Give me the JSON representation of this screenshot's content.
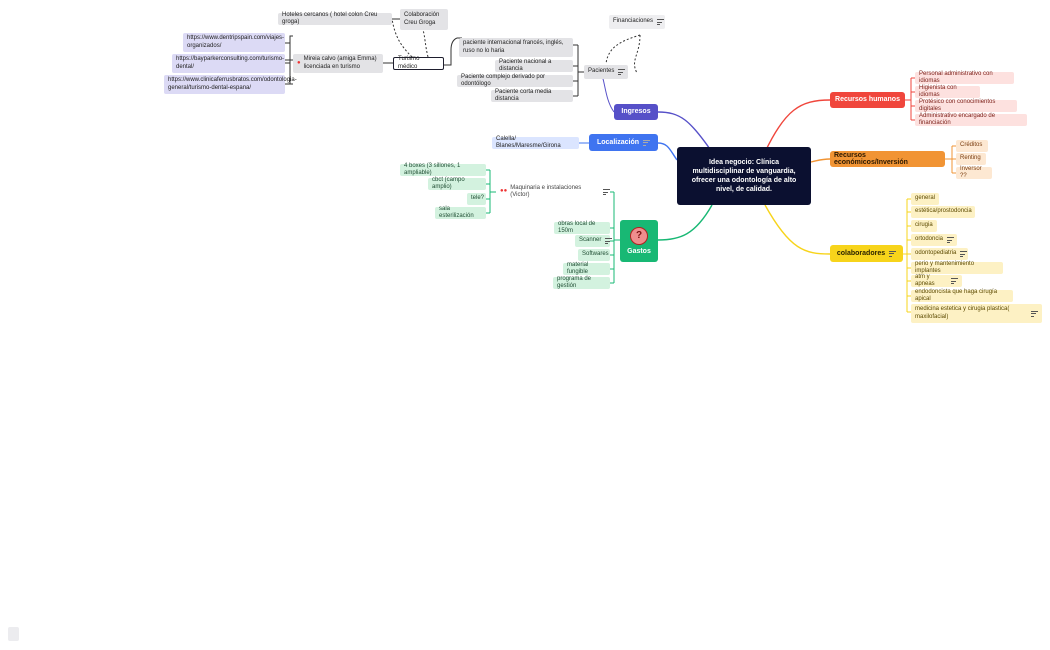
{
  "center": {
    "text": "Idea negocio:  Clínica multidisciplinar de vanguardia, ofrecer una odontología de alto nivel, de calidad."
  },
  "branches": {
    "ingresos": "Ingresos",
    "localizacion": "Localización",
    "gastos": "Gastos",
    "rrhh": "Recursos humanos",
    "economicos": "Recursos económicos/Inversión",
    "colaboradores": "colaboradores"
  },
  "ingresos": {
    "financiaciones": "Financiaciones",
    "pacientes": "Pacientes",
    "turismo": "Turismo médico",
    "colaboracion": "Colaboración Creu Groga",
    "hoteles": "Hoteles cercanos ( hotel colon Creu groga)",
    "mireia": "Mireia calvo (amiga Emma) licenciada en turismo",
    "links": [
      "https://www.dentripspain.com/viajes-organizados/",
      "https://bayparkerconsulting.com/turismo-dental/",
      "https://www.clinicaferrusbratos.com/odontologia-general/turismo-dental-espana/"
    ],
    "pacientes_items": [
      "paciente internacional francés, inglés, ruso no lo haria",
      "Paciente nacional a distancia",
      "Paciente complejo derivado por odontólogo",
      "Paciente corta media distancia"
    ]
  },
  "localizacion": {
    "item": "Calella/ Blanes/Maresme/Girona"
  },
  "gastos": {
    "maquinaria": "Maquinaria e instalaciones (Victor)",
    "maquinaria_items": [
      "4 boxes (3 sillones, 1 ampliable)",
      "cbct (campo amplio)",
      "tele?",
      "sala esterilización"
    ],
    "items": [
      "obras local de 150m",
      "Scanner",
      "Softwares",
      "material fungible",
      "programa de gestión"
    ]
  },
  "rrhh": {
    "items": [
      "Personal administrativo  con idiomas",
      "Higienista con idiomas",
      "Protésico con conocimientos digitales",
      "Administrativo encargado de financiación"
    ]
  },
  "economicos": {
    "items": [
      "Créditos",
      "Renting",
      "Inversor ??"
    ]
  },
  "colaboradores": {
    "items": [
      "general",
      "estética/prostodoncia",
      "cirugia",
      "ortodoncia",
      "odontopediatria",
      "perio y mantenimiento implantes",
      "atm y apneas",
      "endodoncista que haga cirugía apical",
      "medicina estetica y cirugia plastica( maxilofacial)"
    ]
  },
  "colors": {
    "ingresos": "#5650c8",
    "localizacion": "#3f74f0",
    "gastos": "#18b874",
    "rrhh": "#f0463c",
    "economicos": "#f19434",
    "colaboradores": "#f7d41b",
    "center": "#0b1030"
  },
  "icons": {
    "note": "note-icon",
    "warning": "question-icon",
    "emoji": "face-icon"
  }
}
